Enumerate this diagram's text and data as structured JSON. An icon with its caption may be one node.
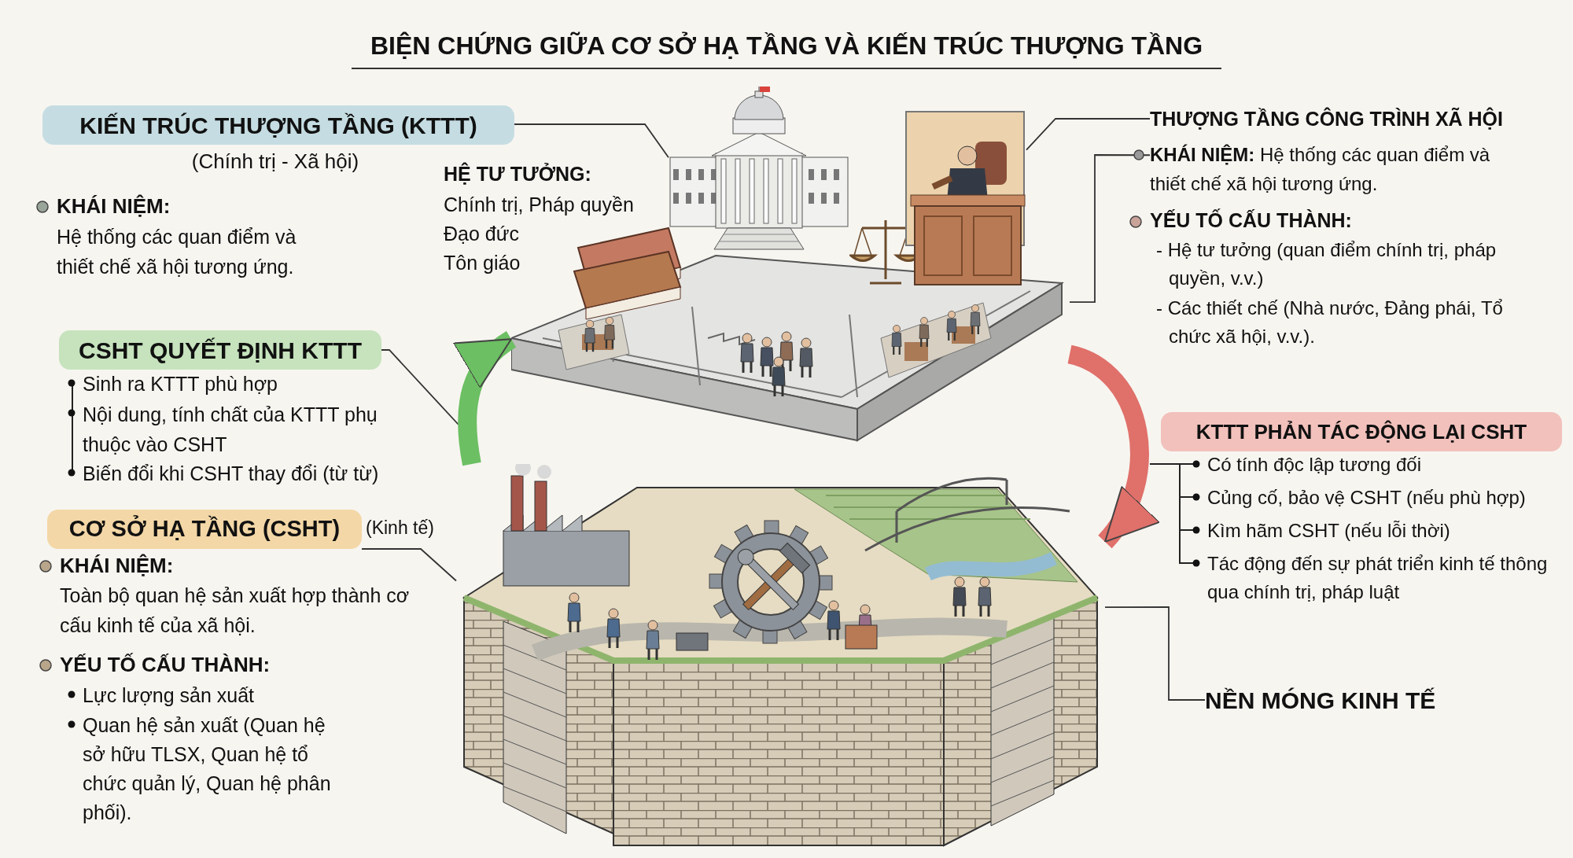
{
  "diagram": {
    "title": "BIỆN CHỨNG GIỮA CƠ SỞ HẠ TẦNG VÀ KIẾN TRÚC THƯỢNG TẦNG",
    "nodes": [
      {
        "text": [
          "KIẾN TRÚC THƯỢNG TẦNG (KTTT)"
        ],
        "beside": [
          "(Chính trị - Xã hội)"
        ]
      },
      {
        "text": [],
        "shape": "picture"
      },
      {
        "text": [],
        "shape": "picture"
      },
      {
        "text": [],
        "shape": "picture"
      },
      {
        "text": [
          "THƯỢNG TẦNG CÔNG TRÌNH XÃ HỘI"
        ]
      },
      {
        "text": [
          "**KHÁI NIỆM:** Hệ thống các quan điểm và thiết chế xã hội tương ứng."
        ]
      },
      {
        "text": [
          "CSHT QUYẾT ĐỊNH KTTT"
        ]
      },
      {
        "text": [
          "KTTT PHẢN TÁC ĐỘNG LẠI CSHT"
        ]
      },
      {
        "text": [
          "CƠ SỞ HẠ TẦNG (CSHT)"
        ],
        "beside": [
          "(Kinh tế)"
        ]
      },
      {
        "text": [],
        "shape": "picture"
      },
      {
        "text": [
          "NỀN MÓNG KINH TẾ"
        ]
      }
    ],
    "edges": [
      {
        "from": 0,
        "to": 2,
        "arrow": "none"
      },
      {
        "from": 4,
        "to": 3,
        "arrow": "none"
      },
      {
        "from": 5,
        "to": 1,
        "arrow": "none"
      },
      {
        "from": 6,
        "to": null,
        "arrow": "none"
      },
      {
        "from": 9,
        "to": 1,
        "arrow": "to",
        "style": "thick",
        "color": "#6cbf63"
      },
      {
        "from": 1,
        "to": 9,
        "arrow": "to",
        "style": "thick",
        "color": "#e0706a"
      },
      {
        "from": 8,
        "to": 9,
        "arrow": "none"
      },
      {
        "from": 10,
        "to": 9,
        "arrow": "none"
      }
    ],
    "labels": [
      "KHÁI NIỆM:",
      "Hệ thống các quan điểm và thiết chế xã hội tương ứng.",
      "HỆ TƯ TƯỞNG:",
      "Chính trị, Pháp quyền",
      "Đạo đức",
      "Tôn giáo",
      "YẾU TỐ CẤU THÀNH:",
      "- Hệ tư tưởng (quan điểm chính trị, pháp quyền, v.v.)",
      "- Các thiết chế (Nhà nước, Đảng phái, Tổ chức xã hội, v.v.).",
      "Sinh ra KTTT phù hợp",
      "Nội dung, tính chất của KTTT phụ thuộc vào CSHT",
      "Biến đổi khi CSHT thay đổi (từ từ)",
      "KHÁI NIỆM:",
      "Toàn bộ quan hệ sản xuất hợp thành cơ cấu kinh tế của xã hội.",
      "YẾU TỐ CẤU THÀNH:",
      "Lực lượng sản xuất",
      "Quan hệ sản xuất (Quan hệ sở hữu TLSX, Quan hệ tổ chức quản lý, Quan hệ phân phối).",
      "Có tính độc lập tương đối",
      "Củng cố, bảo vệ CSHT (nếu phù hợp)",
      "Kìm hãm CSHT (nếu lỗi thời)",
      "Tác động đến sự phát triển kinh tế thông qua chính trị, pháp luật"
    ]
  }
}
